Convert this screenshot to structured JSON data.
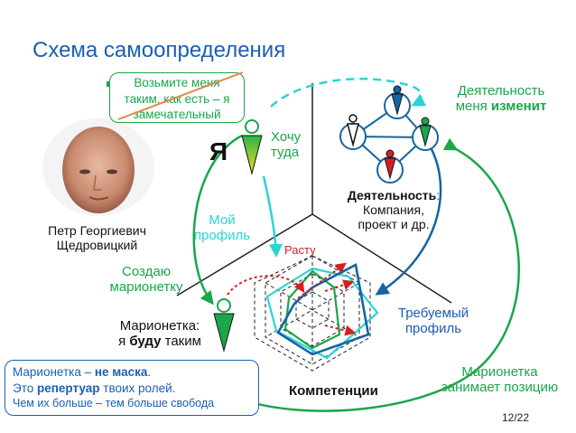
{
  "title": "Схема самоопределения",
  "bubble": {
    "line1": "Возьмите меня",
    "line2": "таким, как есть – я",
    "line3": "замечательный"
  },
  "person": {
    "name1": "Петр Георгиевич",
    "name2": "Щедровицкий"
  },
  "ya": "Я",
  "hochu": {
    "line1": "Хочу",
    "line2": "туда"
  },
  "deyatelnost_izmenit": {
    "line1": "Деятельность",
    "line2a": "меня ",
    "line2b": "изменит"
  },
  "deyatelnost": {
    "head": "Деятельность",
    "colon": ":",
    "line2": "Компания,",
    "line3": "проект и др."
  },
  "moy_profil": {
    "line1": "Мой",
    "line2": "профиль"
  },
  "rastu": "Расту",
  "sozdayu": {
    "line1": "Создаю",
    "line2": "марионетку"
  },
  "marionetka": {
    "line1": "Марионетка:",
    "line2a": "я ",
    "line2b": "буду",
    "line2c": " таким"
  },
  "trebuemy": {
    "line1": "Требуемый",
    "line2": "профиль"
  },
  "marionetka_pos": {
    "line1": "Марионетка",
    "line2": "занимает позицию"
  },
  "kompetencii": "Компетенции",
  "note": {
    "l1a": "Марионетка – ",
    "l1b": "не маска",
    "l1c": ".",
    "l2a": "Это ",
    "l2b": "репертуар",
    "l2c": " твоих ролей.",
    "l3": "Чем их больше – тем больше свобода"
  },
  "page": "12/22",
  "colors": {
    "blue": "#1a5fb4",
    "green": "#1aa64a",
    "cyan": "#2ad4d4",
    "red": "#d42020",
    "dark_blue": "#1565a0"
  },
  "icons": [
    "person-photo",
    "green-arrow-icon",
    "figure-ya-icon",
    "figure-marionette-icon",
    "network-node-icons",
    "radar-chart"
  ]
}
